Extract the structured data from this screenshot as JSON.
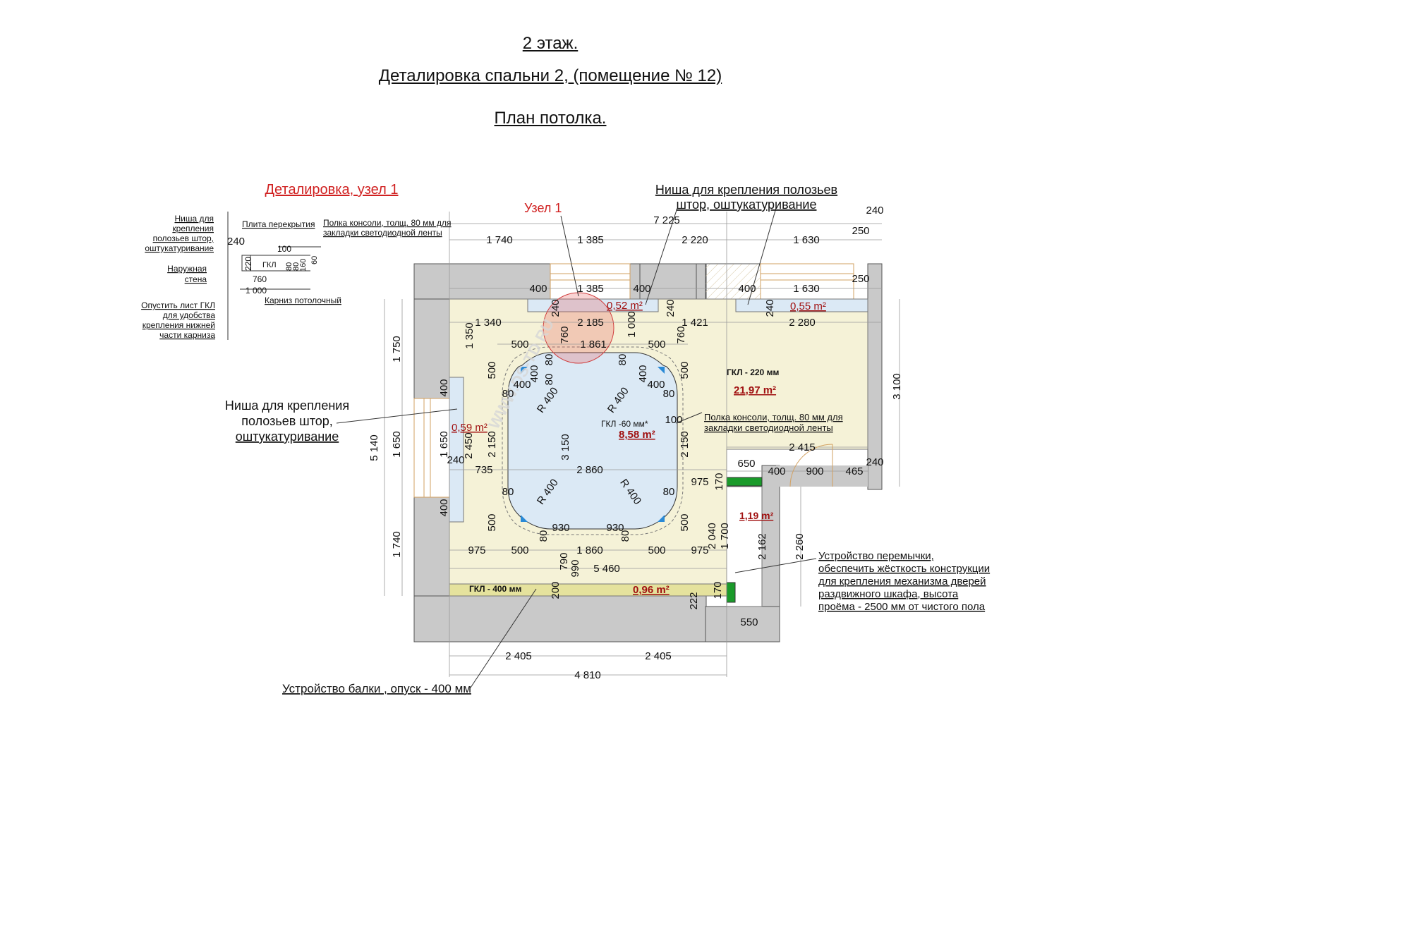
{
  "titles": {
    "floor": "2 этаж.",
    "detail": "Деталировка  спальни 2, (помещение  № 12)",
    "plan": "План  потолка."
  },
  "detail_node": {
    "heading": "Деталировка,  узел 1",
    "niche_label": [
      "Ниша для",
      "крепления",
      "полозьев штор,",
      "оштукатуривание"
    ],
    "slab": "Плита перекрытия",
    "shelf": [
      "Полка консоли, толщ. 80 мм для",
      "закладки светодиодной ленты"
    ],
    "outer_wall": [
      "Наружная",
      "стена"
    ],
    "lower_sheet": [
      "Опустить лист ГКЛ",
      "для удобства",
      "крепления нижней",
      "части карниза"
    ],
    "cornice": "Карниз потолочный",
    "gkl": "ГКЛ",
    "dims": {
      "d240": "240",
      "d100": "100",
      "d220": "220",
      "d80": "80",
      "d160": "160",
      "d60": "60",
      "d760": "760",
      "d1000": "1 000"
    }
  },
  "callouts": {
    "node1": "Узел 1",
    "niche_top": [
      "Ниша для крепления полозьев",
      "штор, оштукатуривание"
    ],
    "niche_left": [
      "Ниша для крепления",
      "полозьев штор,",
      "оштукатуривание"
    ],
    "shelf_right": [
      "Полка консоли, толщ. 80 мм для",
      "закладки светодиодной ленты"
    ],
    "lintel": [
      "Устройство перемычки,",
      "обеспечить жёсткость конструкции",
      "для  крепления механизма дверей",
      "раздвижного шкафа, высота",
      "проёма - 2500 мм от чистого пола"
    ],
    "beam": "Устройство балки , опуск - 400 мм"
  },
  "zones": {
    "gkl220": "ГКЛ - 220 мм",
    "gkl220_area": "21,97 m²",
    "gkl60": "ГКЛ -60 мм*",
    "gkl60_area": "8,58 m²",
    "gkl400": "ГКЛ - 400 мм",
    "gkl400_area": "0,96 m²",
    "niche_top1_area": "0,52 m²",
    "niche_top2_area": "0,55 m²",
    "niche_left_area": "0,59 m²",
    "closet_area": "1,19 m²"
  },
  "watermark": "WWW.DS-TD.RU",
  "dimensions": {
    "top_overall": "7 225",
    "top_r240": "240",
    "top_r250": "250",
    "top_1740": "1 740",
    "top_1385": "1 385",
    "top_2220": "2 220",
    "top_1630": "1 630",
    "in_400a": "400",
    "in_1385": "1 385",
    "in_400b": "400",
    "in_400c": "400",
    "in_1630": "1 630",
    "in_250": "250",
    "v240a": "240",
    "v240b": "240",
    "v240c": "240",
    "row_1340": "1 340",
    "row_2185": "2 185",
    "row_1421": "1 421",
    "row_2280": "2 280",
    "v1350": "1 350",
    "v760a": "760",
    "v1000": "1 000",
    "v760b": "760",
    "r500a": "500",
    "r80a": "80",
    "r1861": "1 861",
    "r500b": "500",
    "v500a": "500",
    "v80a": "80",
    "v400a": "400",
    "h400a": "400",
    "h80a": "80",
    "v80b": "80",
    "v400b": "400",
    "h400b": "400",
    "v500b": "500",
    "h80b": "80",
    "rad1": "R 400",
    "rad2": "R 400",
    "rad3": "R 400",
    "rad4": "R 400",
    "h100": "100",
    "left_1750": "1 750",
    "left_5140": "5 140",
    "left_1650": "1 650",
    "left_1740": "1 740",
    "niche_400a": "400",
    "niche_1650": "1 650",
    "niche_400b": "400",
    "niche_240": "240",
    "v2450": "2 450",
    "v2150a": "2 150",
    "v3150": "3 150",
    "v2150b": "2 150",
    "h735": "735",
    "h2860": "2 860",
    "h975a": "975",
    "h80c": "80",
    "h80d": "80",
    "v500c": "500",
    "v500d": "500",
    "h930a": "930",
    "h930b": "930",
    "v80c": "80",
    "v80d": "80",
    "b975a": "975",
    "b500a": "500",
    "b1860": "1 860",
    "b500b": "500",
    "b975b": "975",
    "v790": "790",
    "v990": "990",
    "h5460": "5 460",
    "v200": "200",
    "right_3100": "3 100",
    "r2415": "2 415",
    "r650": "650",
    "r400": "400",
    "r900": "900",
    "r465": "465",
    "r240": "240",
    "v170a": "170",
    "v2040": "2 040",
    "v1700": "1 700",
    "v2162": "2 162",
    "v2260": "2 260",
    "v170b": "170",
    "v222": "222",
    "h550": "550",
    "bot_2405a": "2 405",
    "bot_2405b": "2 405",
    "bot_4810": "4 810"
  }
}
